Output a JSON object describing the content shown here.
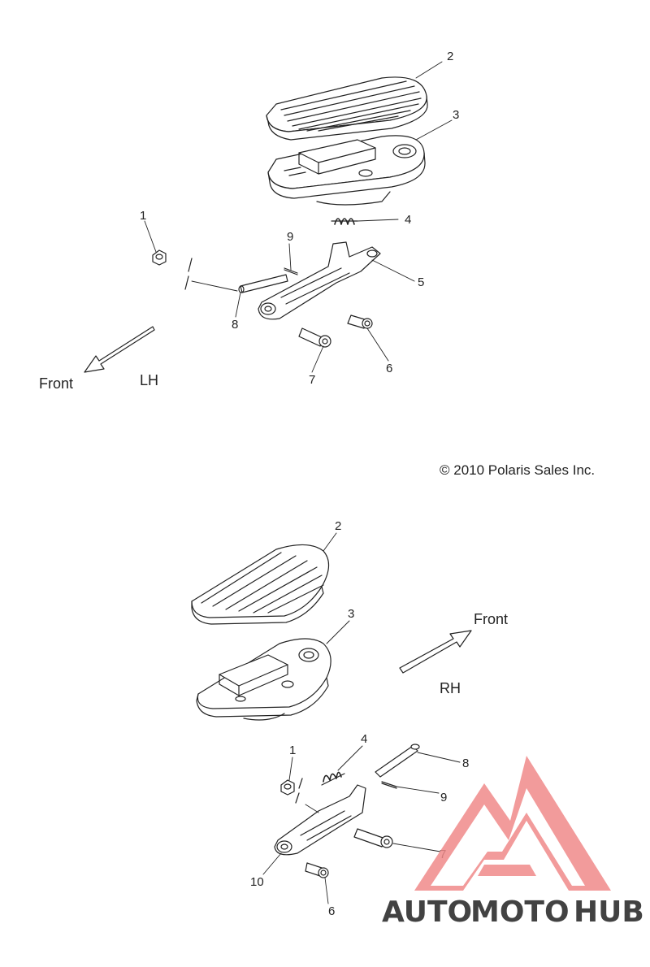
{
  "lh": {
    "view_label": "LH",
    "front_label": "Front",
    "callouts": [
      "1",
      "2",
      "3",
      "4",
      "5",
      "6",
      "7",
      "8",
      "9"
    ]
  },
  "rh": {
    "view_label": "RH",
    "front_label": "Front",
    "callouts": [
      "1",
      "2",
      "3",
      "4",
      "6",
      "7",
      "8",
      "9",
      "10"
    ]
  },
  "copyright": "© 2010 Polaris Sales Inc.",
  "watermark": {
    "text_a": "AUTO",
    "text_b": "MOTO",
    "text_c": "HUB",
    "color_a": "#f4b183",
    "color_b": "#f08a8a",
    "color_c": "#a6a6a6"
  }
}
